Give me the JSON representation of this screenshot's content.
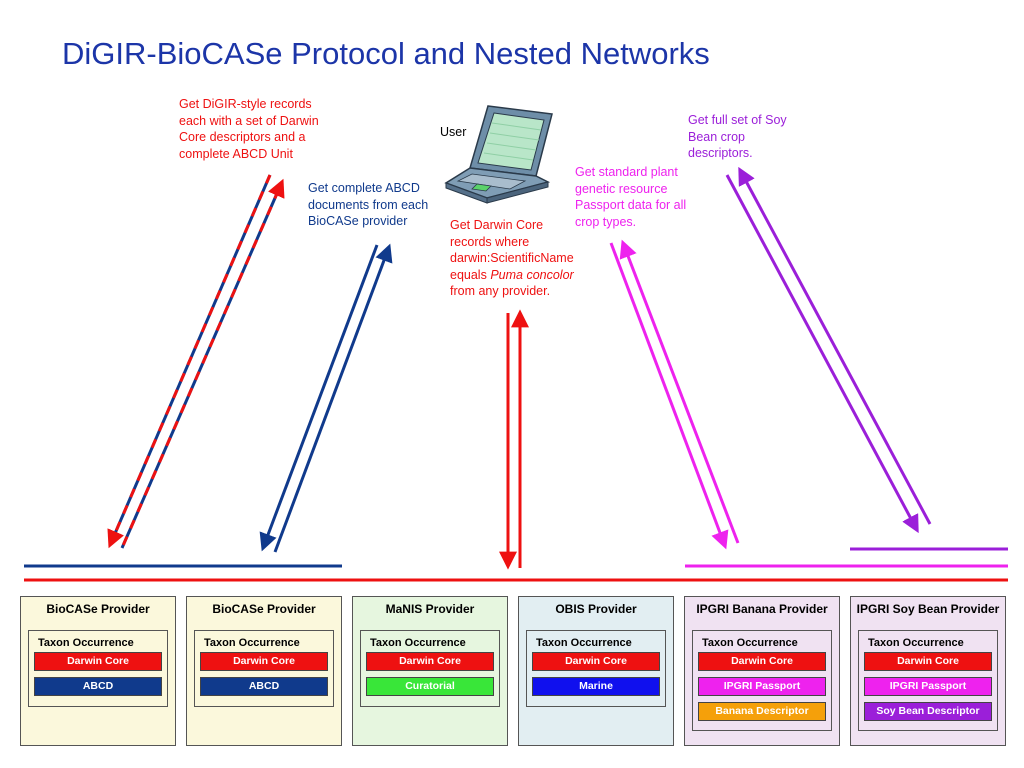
{
  "title": "DiGIR-BioCASe Protocol and Nested Networks",
  "user_label": "User",
  "notes": {
    "digir_style": [
      "Get DiGIR-style records",
      "each with a set of Darwin",
      "Core descriptors and a",
      "complete ABCD Unit"
    ],
    "abcd": [
      "Get complete ABCD",
      "documents from each",
      "BioCASe provider"
    ],
    "darwin_core": [
      "Get Darwin Core",
      "records where",
      "darwin:ScientificName"
    ],
    "darwin_core_equals": "equals ",
    "darwin_core_species": "Puma concolor",
    "darwin_core_tail": "from any provider.",
    "passport": [
      "Get standard plant",
      "genetic resource",
      "Passport data for all",
      "crop types."
    ],
    "soybean": [
      "Get full set of Soy",
      "Bean crop",
      "descriptors."
    ]
  },
  "providers": [
    {
      "title": "BioCASe Provider",
      "bg": "#fbf8dc",
      "inner_title": "Taxon Occurrence",
      "items": [
        {
          "label": "Darwin Core",
          "color": "#ee1111"
        },
        {
          "label": "ABCD",
          "color": "#103a8c"
        }
      ]
    },
    {
      "title": "BioCASe Provider",
      "bg": "#fbf8dc",
      "inner_title": "Taxon Occurrence",
      "items": [
        {
          "label": "Darwin Core",
          "color": "#ee1111"
        },
        {
          "label": "ABCD",
          "color": "#103a8c"
        }
      ]
    },
    {
      "title": "MaNIS Provider",
      "bg": "#e6f6df",
      "inner_title": "Taxon Occurrence",
      "items": [
        {
          "label": "Darwin Core",
          "color": "#ee1111"
        },
        {
          "label": "Curatorial",
          "color": "#39e639"
        }
      ]
    },
    {
      "title": "OBIS Provider",
      "bg": "#e2eef2",
      "inner_title": "Taxon Occurrence",
      "items": [
        {
          "label": "Darwin Core",
          "color": "#ee1111"
        },
        {
          "label": "Marine",
          "color": "#1010ee"
        }
      ]
    },
    {
      "title": "IPGRI Banana Provider",
      "bg": "#f0e2f2",
      "inner_title": "Taxon Occurrence",
      "items": [
        {
          "label": "Darwin Core",
          "color": "#ee1111"
        },
        {
          "label": "IPGRI Passport",
          "color": "#ee22ee"
        },
        {
          "label": "Banana Descriptor",
          "color": "#f5a00a"
        }
      ]
    },
    {
      "title": "IPGRI Soy Bean Provider",
      "bg": "#f0e2f2",
      "inner_title": "Taxon Occurrence",
      "items": [
        {
          "label": "Darwin Core",
          "color": "#ee1111"
        },
        {
          "label": "IPGRI Passport",
          "color": "#ee22ee"
        },
        {
          "label": "Soy Bean Descriptor",
          "color": "#9b1fd9"
        }
      ]
    }
  ],
  "colors": {
    "title": "#1c35a8",
    "red": "#ee1111",
    "blue": "#103a8c",
    "magenta": "#ee22ee",
    "purple": "#9b1fd9"
  }
}
